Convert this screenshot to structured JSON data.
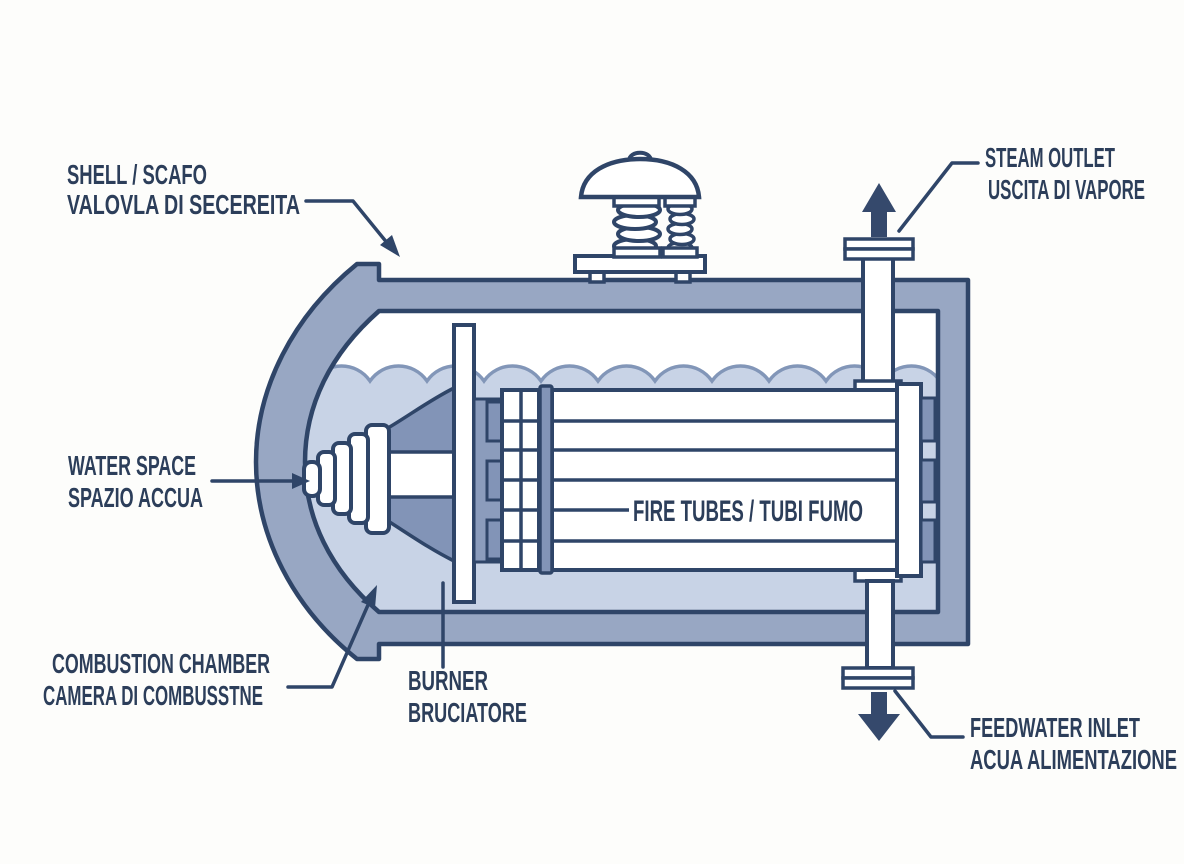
{
  "diagram_type": "fire-tube boiler cutaway schematic",
  "labels": {
    "shell": {
      "line1": "SHELL / SCAFO",
      "line2": "VALOVLA DI SECEREITA"
    },
    "steam_outlet": {
      "line1": "STEAM OUTLET",
      "line2": "USCITA DI VAPORE"
    },
    "water_space": {
      "line1": "WATER SPACE",
      "line2": "SPAZIO ACCUA"
    },
    "fire_tubes": {
      "line1": "FIRE TUBES / TUBI FUMO"
    },
    "combustion_chamber": {
      "line1": "COMBUSTION CHAMBER",
      "line2": "CAMERA DI COMBUSSTNE"
    },
    "burner": {
      "line1": "BURNER",
      "line2": "BRUCIATORE"
    },
    "feedwater_inlet": {
      "line1": "FEEDWATER INLET",
      "line2": "ACUA ALIMENTAZIONE"
    }
  },
  "colors": {
    "background": "#fdfdfb",
    "outline": "#2f4568",
    "ink": "#2c3e5a",
    "shell_fill": "#98a7c3",
    "shell_mid": "#8b9cbc",
    "shell_dark": "#8294b7",
    "water_fill": "#c8d3e6",
    "water_line": "#8296b8",
    "arrow_fill": "#35496c",
    "white": "#ffffff"
  }
}
